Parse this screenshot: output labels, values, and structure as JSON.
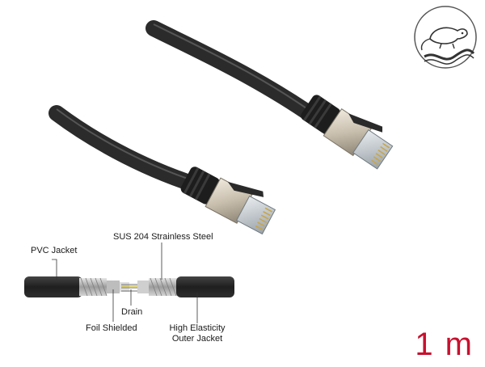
{
  "product": {
    "length_label": "1 m"
  },
  "badge": {
    "icon": "rodent-proof-cable-icon"
  },
  "cross_section": {
    "labels": {
      "pvc_jacket": "PVC Jacket",
      "sus_steel": "SUS 204 Strainless Steel",
      "drain": "Drain",
      "foil_shielded": "Foil Shielded",
      "outer_jacket_line1": "High Elasticity",
      "outer_jacket_line2": "Outer Jacket"
    }
  },
  "colors": {
    "cable": "#2b2b2b",
    "plug_metal": "#cfc7b8",
    "accent": "#c8102e"
  }
}
